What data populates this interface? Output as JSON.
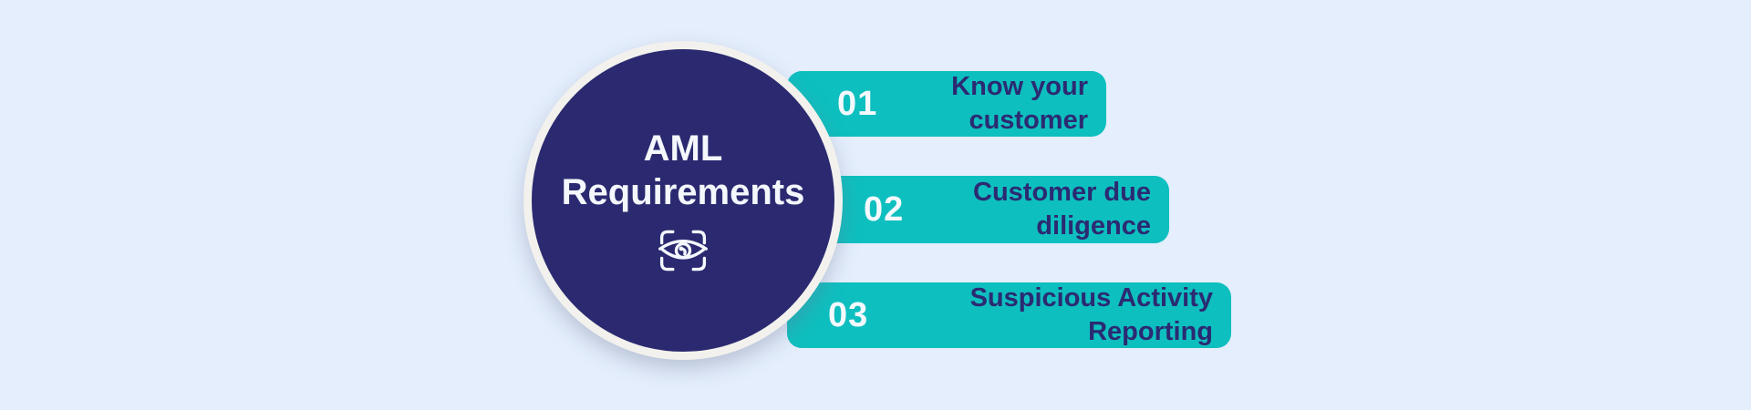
{
  "diagram": {
    "title": "AML Requirements",
    "hub": {
      "title_line1": "AML",
      "title_line2": "Requirements",
      "icon": "eye-scan-icon"
    },
    "items": [
      {
        "number": "01",
        "label": "Know your customer",
        "lines": [
          "Know your",
          "customer"
        ]
      },
      {
        "number": "02",
        "label": "Customer due diligence",
        "lines": [
          "Customer due",
          "diligence"
        ]
      },
      {
        "number": "03",
        "label": "Suspicious Activity Reporting",
        "lines": [
          "Suspicious Activity",
          "Reporting"
        ]
      }
    ],
    "colors": {
      "background": "#E4EEFC",
      "hub_fill": "#2B2A70",
      "hub_ring": "#F2F1ED",
      "hub_text": "#F4F8FD",
      "bar_fill": "#0EBFBF",
      "bar_label_text": "#2B2A72",
      "bar_number_text": "#F5F9FD"
    }
  }
}
